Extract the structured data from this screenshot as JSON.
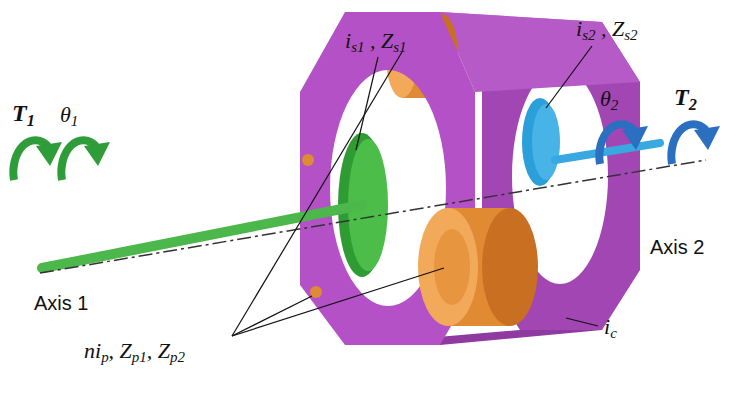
{
  "diagram": {
    "labels": [
      "is1 , Zs1",
      "is2 , Zs2",
      "T1",
      "θ1",
      "θ2",
      "T2",
      "Axis 1",
      "Axis 2",
      "nip, Zp1, Zp2",
      "ic"
    ]
  }
}
